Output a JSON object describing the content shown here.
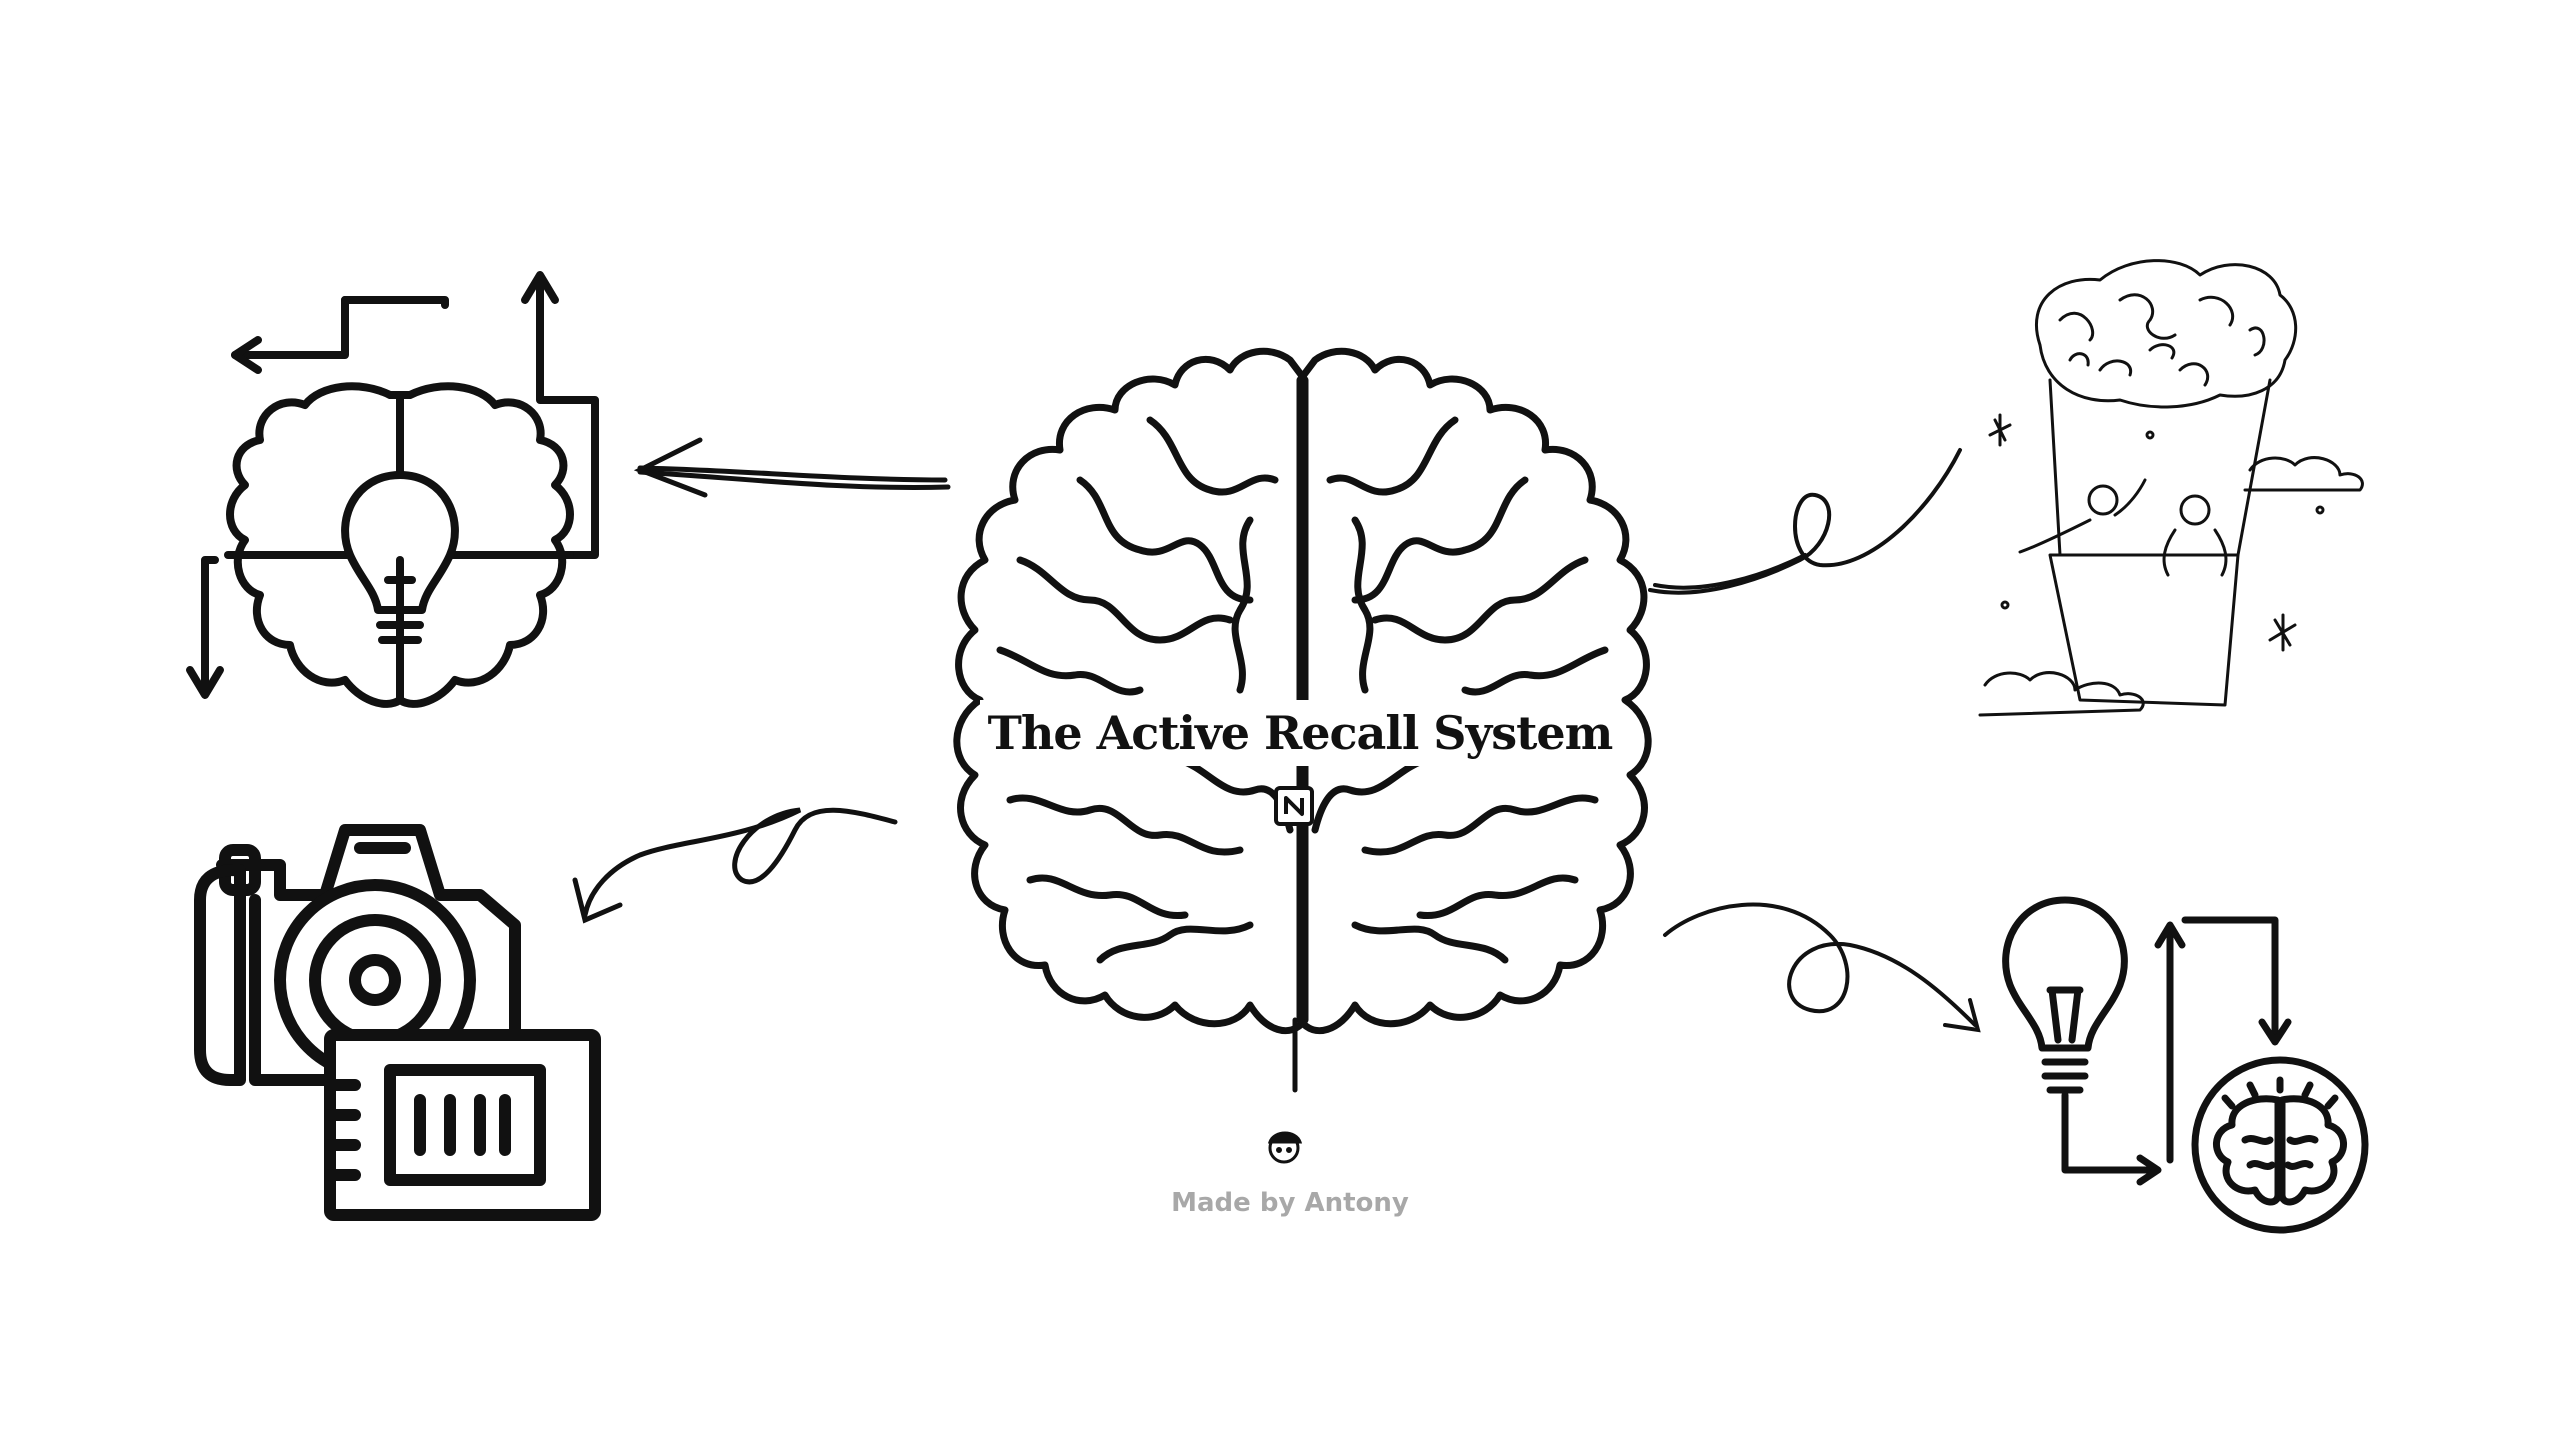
{
  "title": "The Active Recall System",
  "credit": "Made by Antony",
  "colors": {
    "ink": "#111111",
    "credit_text": "#a8a8a8",
    "background": "#ffffff"
  },
  "icons": {
    "center": "brain-illustration",
    "top_left": "brain-lightbulb-arrows-icon",
    "bottom_left": "camera-memory-card-icon",
    "top_right": "brain-hot-air-balloon-illustration",
    "bottom_right": "lightbulb-brain-cycle-icon",
    "badge": "notion-logo",
    "avatar": "author-avatar"
  }
}
